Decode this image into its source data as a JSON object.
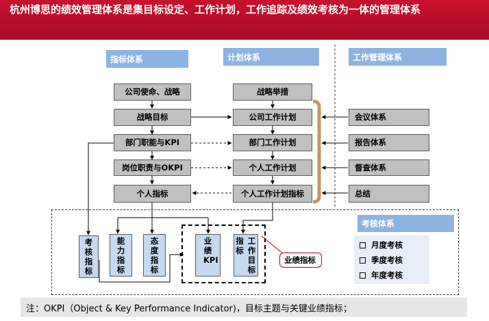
{
  "title": "杭州博思的绩效管理体系是集目标设定、工作计划，工作追踪及绩效考核为一体的管理体系",
  "headers": {
    "indicator": "指标体系",
    "plan": "计划体系",
    "work_mgmt": "工作管理体系",
    "review": "考核体系"
  },
  "indicator_boxes": [
    "公司使命、战略",
    "战略目标",
    "部门职能与KPI",
    "岗位职责与OKPI",
    "个人指标"
  ],
  "plan_boxes": [
    "战略举措",
    "公司工作计划",
    "部门工作计划",
    "个人工作计划",
    "个人工作计划指标"
  ],
  "work_boxes": [
    "会议体系",
    "报告体系",
    "督查体系",
    "总结"
  ],
  "bottom_boxes": {
    "kaohe": "考核指标",
    "nengli": "能力指标",
    "taidu": "态度指标",
    "yeji": "业绩KPI",
    "zhibiao": "指标",
    "gongzuo": "工作目标"
  },
  "review_items": [
    "月度考核",
    "季度考核",
    "年度考核"
  ],
  "callout": "业绩指标",
  "note": "注：OKPI（Object & Key Performance Indicator)，目标主题与关键业绩指标；",
  "colors": {
    "title_bg": "#c8102e",
    "header_bg": "#8db3e2",
    "box_gray": "#c0c0c0",
    "box_blue": "#c6d9f1",
    "bracket": "#c09a5b",
    "callout_border": "#c00000"
  }
}
